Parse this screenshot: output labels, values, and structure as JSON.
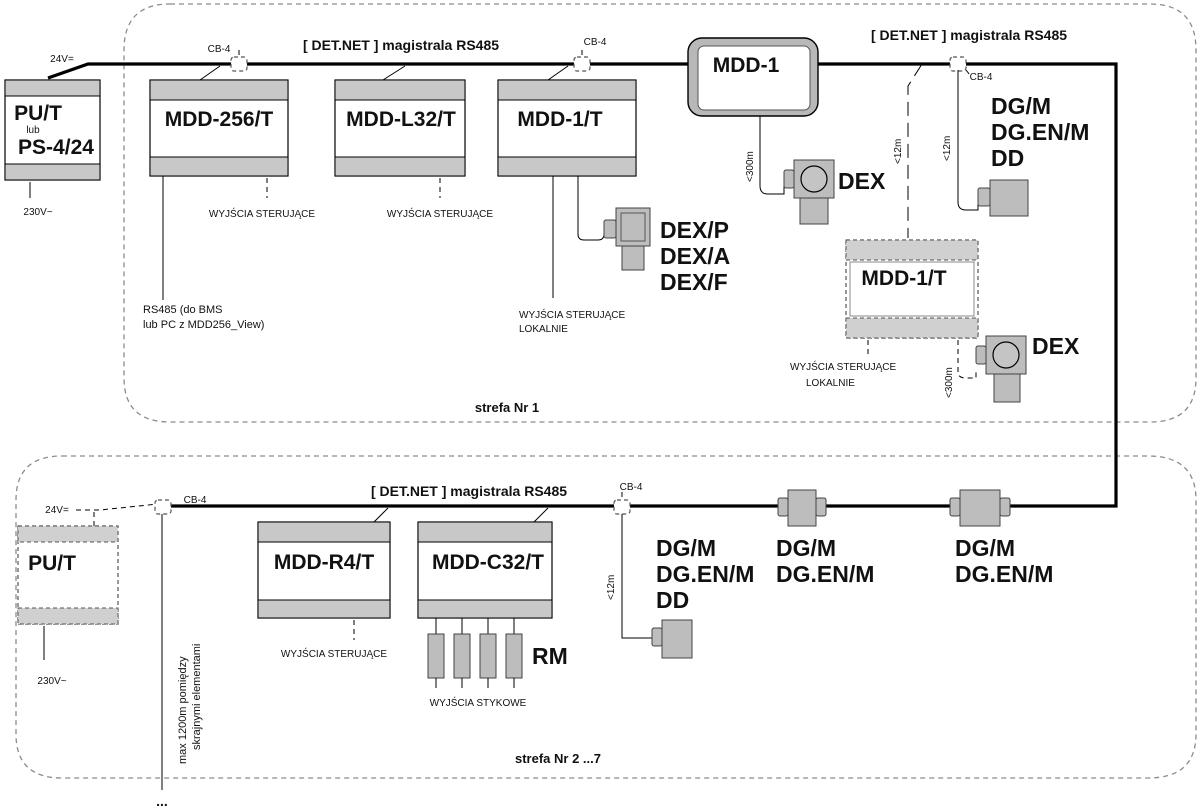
{
  "labels": {
    "v24": "24V=",
    "v230": "230V~",
    "bus_title": "[ DET.NET ] magistrala RS485",
    "cb4": "CB-4",
    "lub": "lub",
    "outputs_control": "WYJŚCIA STERUJĄCE",
    "outputs_local_line1": "WYJŚCIA STERUJĄCE",
    "outputs_local_line2": "LOKALNIE",
    "outputs_contact": "WYJŚCIA STYKOWE",
    "rs485_note_line1": "RS485 (do BMS",
    "rs485_note_line2": "lub PC z MDD256_View)",
    "dist_300": "<300m",
    "dist_12": "<12m",
    "max_note_line1": "max 1200m pomiędzy",
    "max_note_line2": "skrajnymi elementami",
    "ellipsis": "..."
  },
  "zones": {
    "zone1": "strefa Nr 1",
    "zone2": "strefa Nr 2 ...7"
  },
  "devices": {
    "pu_t": "PU/T",
    "ps_4_24": "PS-4/24",
    "mdd_256_t": "MDD-256/T",
    "mdd_l32_t": "MDD-L32/T",
    "mdd_1_t": "MDD-1/T",
    "mdd_1": "MDD-1",
    "mdd_1_t_remote": "MDD-1/T",
    "mdd_r4_t": "MDD-R4/T",
    "mdd_c32_t": "MDD-C32/T",
    "dex": "DEX",
    "dex_p": "DEX/P",
    "dex_a": "DEX/A",
    "dex_f": "DEX/F",
    "dg_m": "DG/M",
    "dg_en_m": "DG.EN/M",
    "dd": "DD",
    "rm": "RM"
  }
}
